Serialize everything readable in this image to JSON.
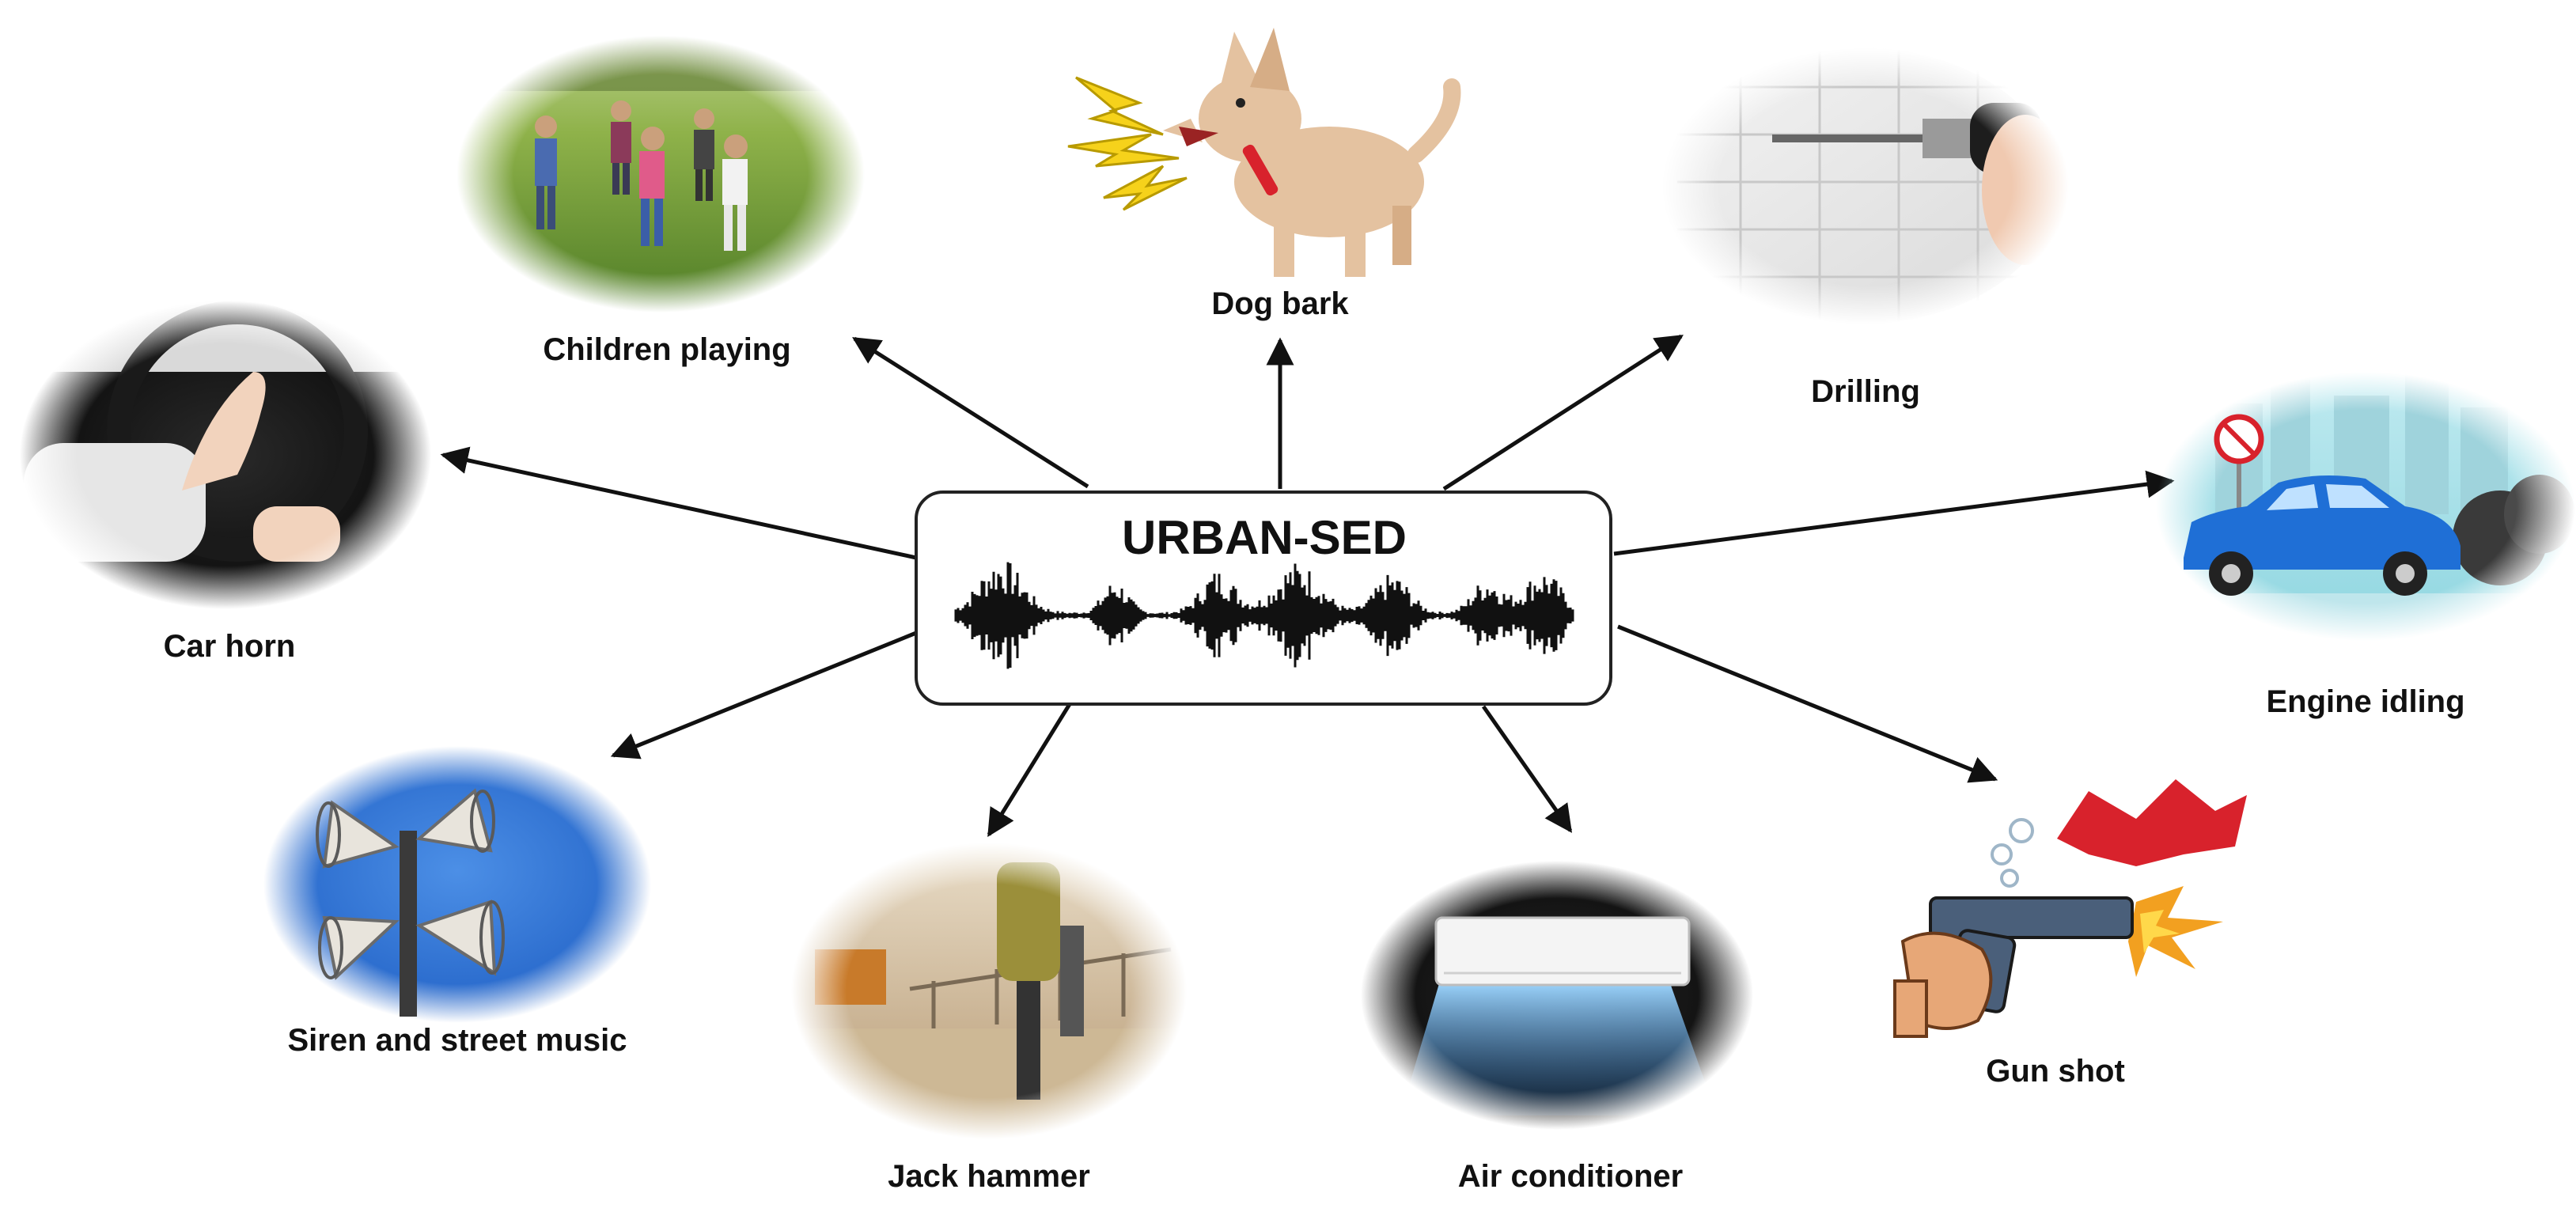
{
  "center": {
    "title": "URBAN-SED"
  },
  "classes": [
    {
      "id": "children-playing",
      "label": "Children playing"
    },
    {
      "id": "dog-bark",
      "label": "Dog bark"
    },
    {
      "id": "drilling",
      "label": "Drilling"
    },
    {
      "id": "car-horn",
      "label": "Car horn"
    },
    {
      "id": "engine-idling",
      "label": "Engine idling"
    },
    {
      "id": "siren",
      "label": "Siren and street music"
    },
    {
      "id": "jack-hammer",
      "label": "Jack hammer"
    },
    {
      "id": "air-conditioner",
      "label": "Air conditioner"
    },
    {
      "id": "gun-shot",
      "label": "Gun shot"
    }
  ],
  "colors": {
    "arrow": "#111111",
    "box_border": "#222222",
    "waveform": "#111111"
  }
}
